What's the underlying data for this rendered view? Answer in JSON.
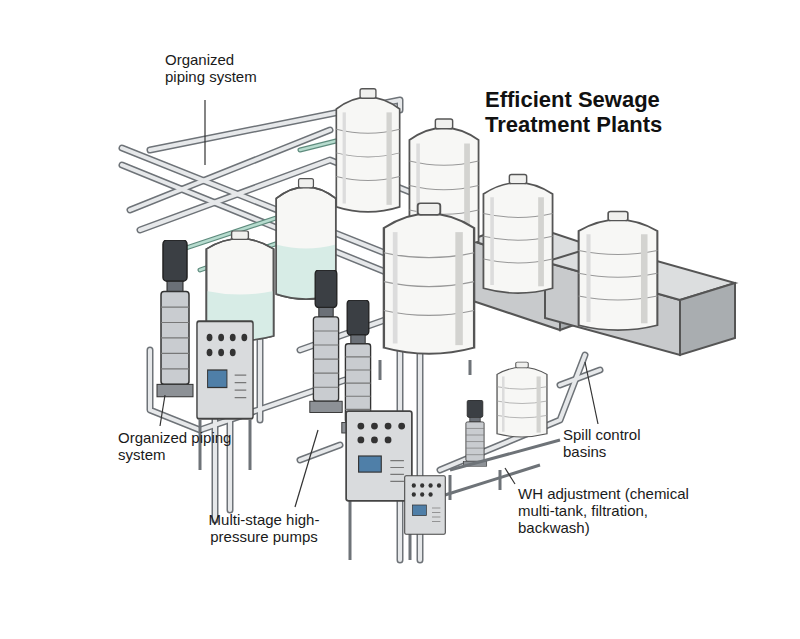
{
  "diagram": {
    "title": "Efficient Sewage Treatment Plants",
    "labels": [
      "Organized piping system",
      "Organized piping system",
      "Multi-stage high-pressure pumps",
      "Spill control basins",
      "WH adjustment (chemical multi-tank, filtration, backwash)"
    ]
  }
}
